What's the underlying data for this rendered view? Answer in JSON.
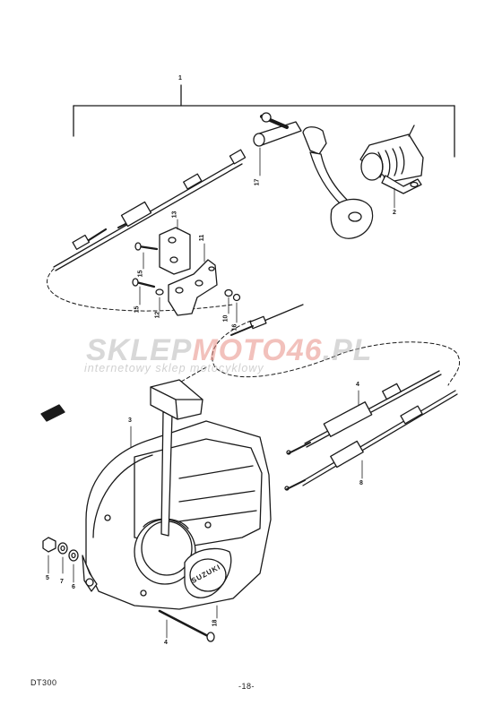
{
  "colors": {
    "ink": "#1a1a1a",
    "paper": "#ffffff",
    "watermark_grey": "#b9b9b9",
    "watermark_red": "#e88f86"
  },
  "callouts": {
    "assembly": "1",
    "pedal_spring": "2",
    "housing": "3",
    "shift_cable": "4",
    "cable_lower": "8",
    "bracket_left": "10",
    "bracket_right": "11",
    "bracket_bolt_upper": "15",
    "bracket_bolt_lower": "15",
    "bracket_washer": "12",
    "bracket_nut": "16",
    "bracket_nut_b": "13",
    "rod": "17",
    "housing_nut": "5",
    "housing_washer_a": "7",
    "housing_washer_b": "6",
    "long_bolt": "4",
    "housing_plate_bolt": "18"
  },
  "watermark": {
    "brand_a": "SKLEP",
    "brand_b": "MOTO46",
    "brand_c": ".PL",
    "tagline": "internetowy sklep motocyklowy"
  },
  "badge_text": "SUZUKI",
  "footer": {
    "model": "DT300",
    "page": "-18-"
  }
}
